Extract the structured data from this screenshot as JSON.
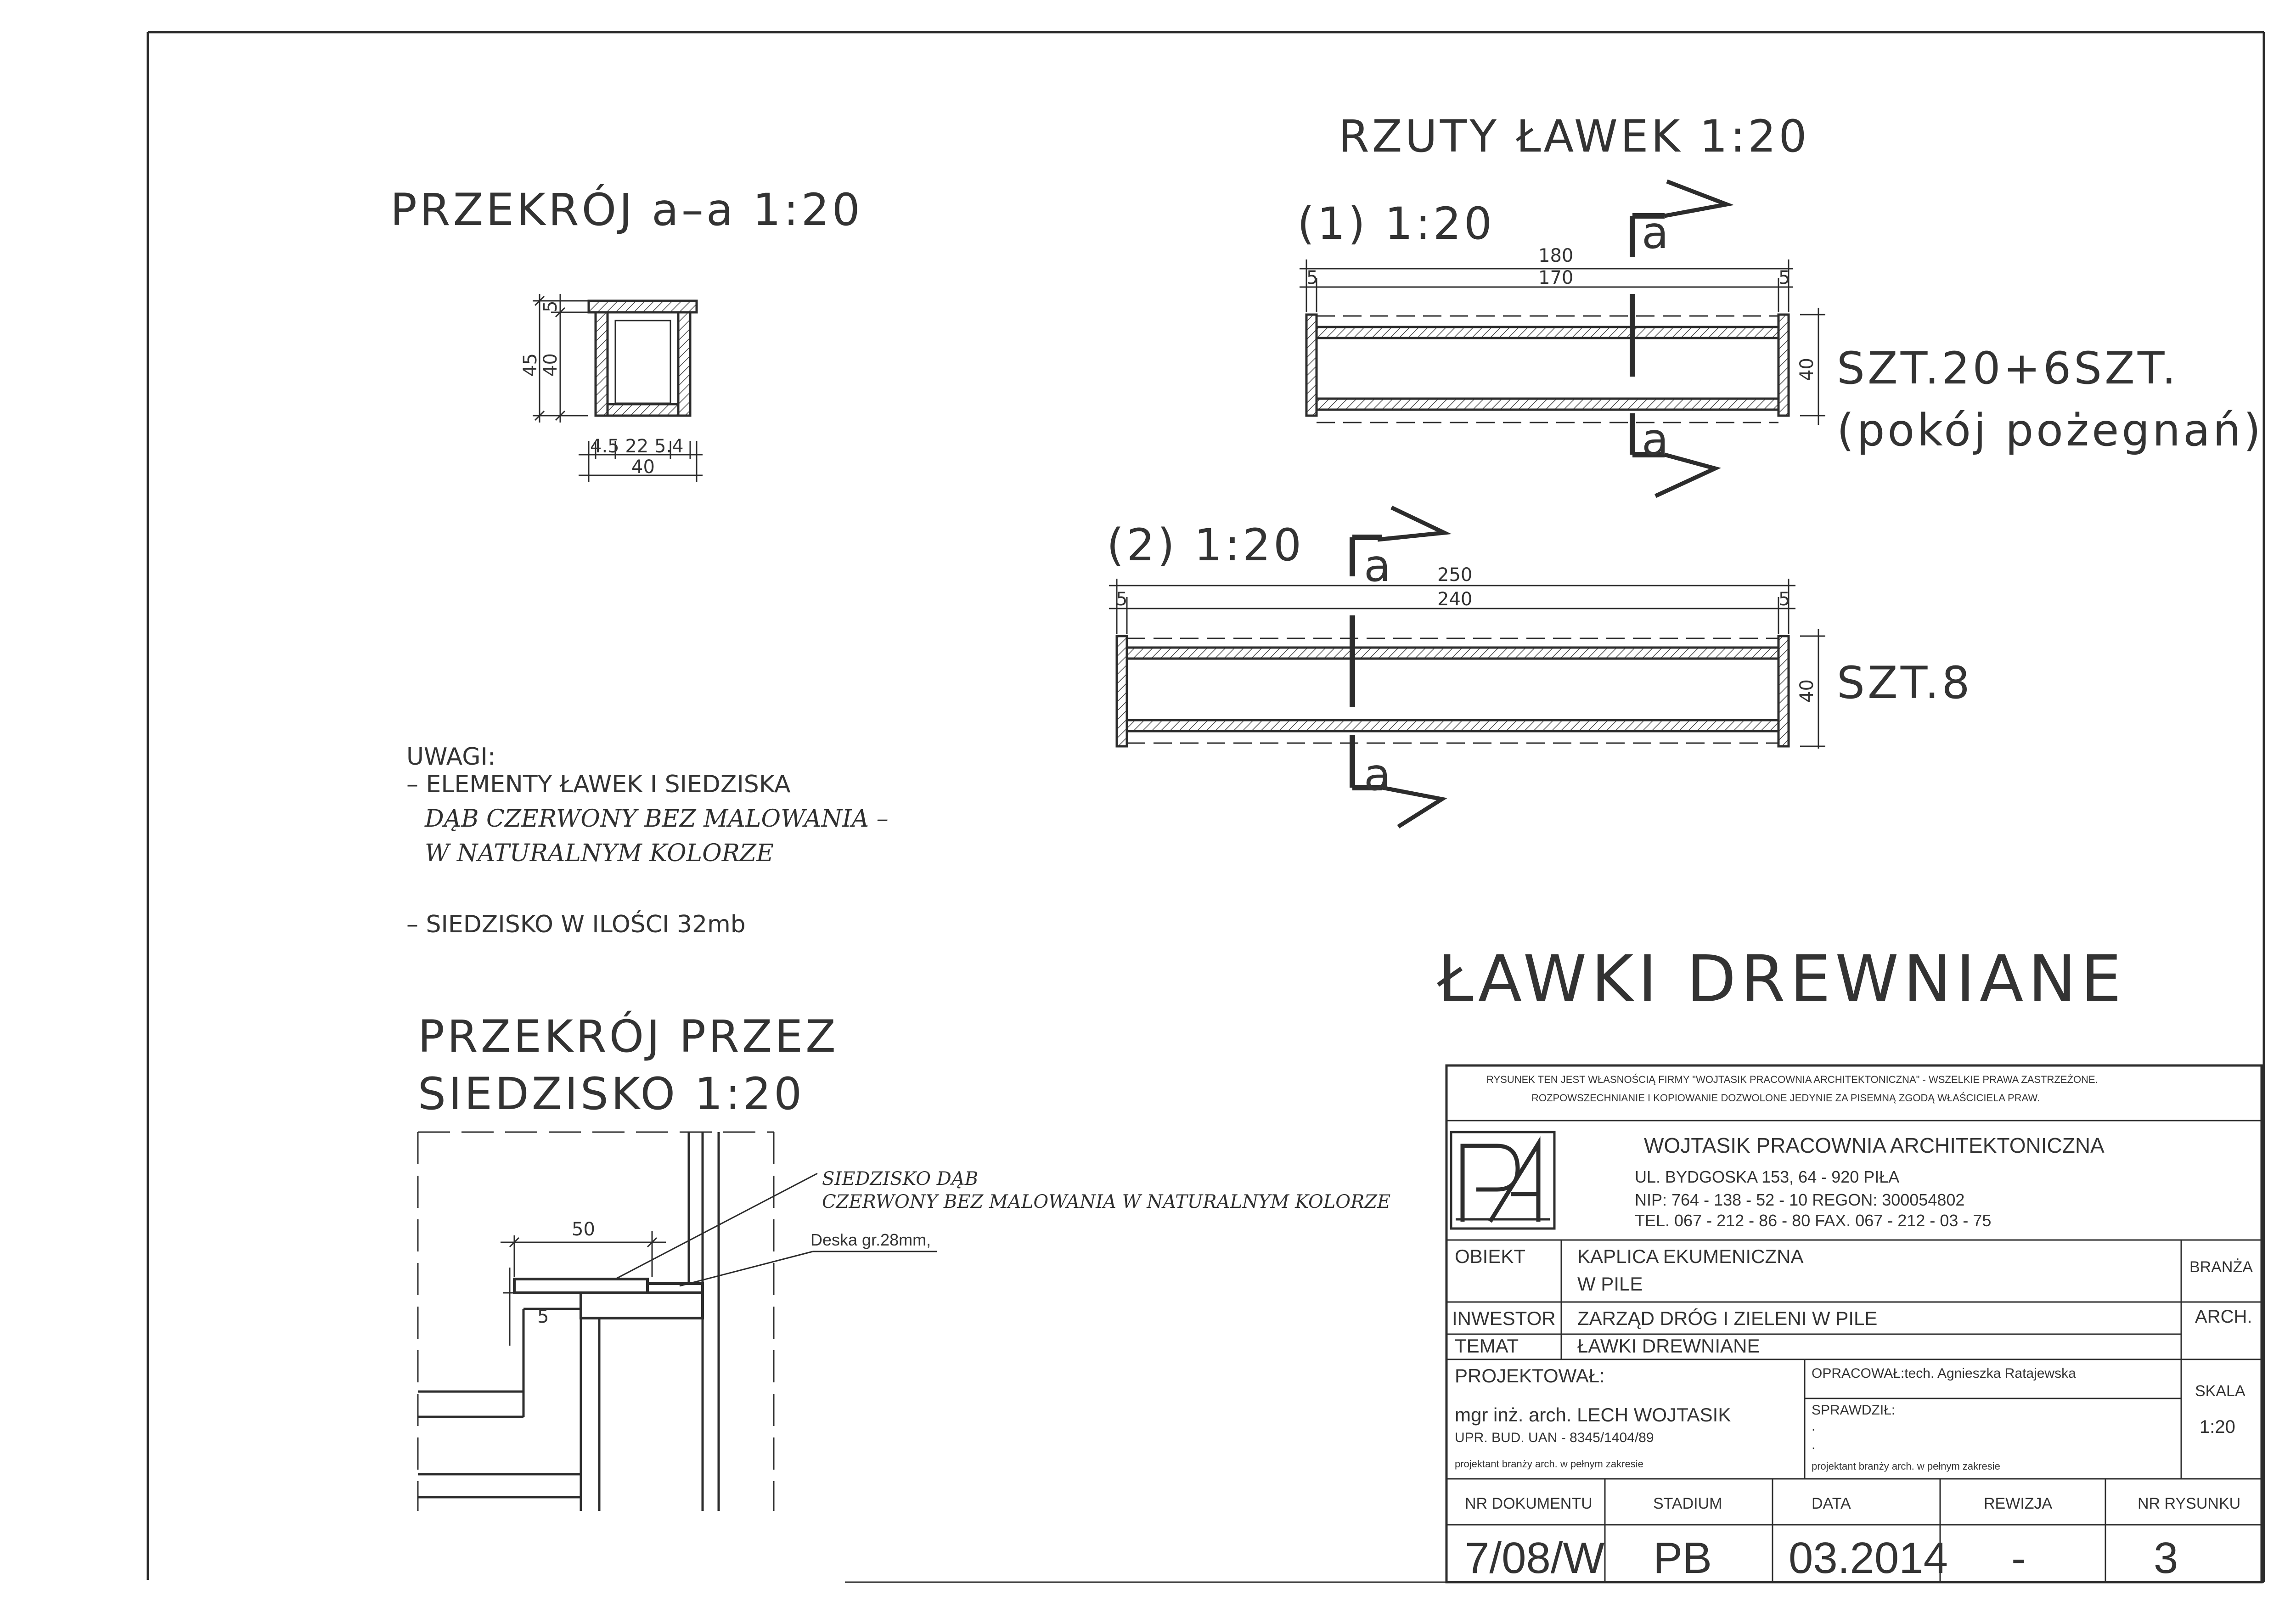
{
  "sheet": {
    "section_title": "PRZEKRÓJ a–a 1:20",
    "plans_title": "RZUTY ŁAWEK  1:20",
    "bench1_label": "(1)  1:20",
    "bench2_label": "(2)  1:20",
    "cut_marker": "a",
    "main_title": "ŁAWKI DREWNIANE",
    "seat_section_title_line1": "PRZEKRÓJ PRZEZ",
    "seat_section_title_line2": "SIEDZISKO 1:20"
  },
  "section_aa": {
    "dim_45": "45",
    "dim_40_v": "40",
    "dim_5_v": "5",
    "dim_bottom_parts": "4.5  22  5.4",
    "dim_40_h": "40"
  },
  "bench1": {
    "dim_total": "180",
    "dim_inner": "170",
    "dim_end_left": "5",
    "dim_end_right": "5",
    "dim_width": "40",
    "qty_line1": "SZT.20+6SZT.",
    "qty_line2": "(pokój pożegnań)"
  },
  "bench2": {
    "dim_total": "250",
    "dim_inner": "240",
    "dim_end_left": "5",
    "dim_end_right": "5",
    "dim_width": "40",
    "qty": "SZT.8"
  },
  "notes": {
    "heading": "UWAGI:",
    "line1": "– ELEMENTY ŁAWEK I SIEDZISKA",
    "hand_line1": "DĄB CZERWONY BEZ MALOWANIA –",
    "hand_line2": "W NATURALNYM KOLORZE",
    "line2": "– SIEDZISKO W ILOŚCI 32mb"
  },
  "seat_section": {
    "dim_50": "50",
    "dim_5": "5",
    "hand_line1": "SIEDZISKO DĄB",
    "hand_line2": "CZERWONY BEZ MALOWANIA W NATURALNYM KOLORZE",
    "board_note": "Deska gr.28mm,"
  },
  "title_block": {
    "copyright_line1": "RYSUNEK TEN JEST WŁASNOŚCIĄ FIRMY \"WOJTASIK PRACOWNIA ARCHITEKTONICZNA\" - WSZELKIE PRAWA ZASTRZEŻONE.",
    "copyright_line2": "ROZPOWSZECHNIANIE I KOPIOWANIE DOZWOLONE JEDYNIE ZA PISEMNĄ ZGODĄ WŁAŚCICIELA PRAW.",
    "company_name": "WOJTASIK  PRACOWNIA  ARCHITEKTONICZNA",
    "address": "UL. BYDGOSKA 153, 64 - 920 PIŁA",
    "nip": "NIP: 764 - 138 - 52 - 10  REGON: 300054802",
    "tel": "TEL. 067 - 212 - 86 - 80  FAX. 067 - 212 - 03 - 75",
    "obiekt_label": "OBIEKT",
    "obiekt_line1": "KAPLICA EKUMENICZNA",
    "obiekt_line2": "W PILE",
    "branza_label": "BRANŻA",
    "branza_value": "ARCH.",
    "inwestor_label": "INWESTOR",
    "inwestor_value": "ZARZĄD DRÓG I ZIELENI W PILE",
    "temat_label": "TEMAT",
    "temat_value": "ŁAWKI DREWNIANE",
    "projektowal_label": "PROJEKTOWAŁ:",
    "designer_name": "mgr inż. arch. LECH WOJTASIK",
    "designer_license": "UPR. BUD. UAN - 8345/1404/89",
    "designer_scope": "projektant branży arch. w pełnym zakresie",
    "opracowal": "OPRACOWAŁ:tech. Agnieszka Ratajewska",
    "sprawdzil_label": "SPRAWDZIŁ:",
    "sprawdzil_dot1": ".",
    "sprawdzil_dot2": ".",
    "sprawdzil_scope": "projektant branży arch. w pełnym zakresie",
    "skala_label": "SKALA",
    "skala_value": "1:20",
    "col_doc": "NR DOKUMENTU",
    "col_stage": "STADIUM",
    "col_date": "DATA",
    "col_rev": "REWIZJA",
    "col_sheet": "NR RYSUNKU",
    "doc_no": "7/08/W",
    "stage": "PB",
    "date": "03.2014",
    "revision": "-",
    "sheet_no": "3"
  }
}
